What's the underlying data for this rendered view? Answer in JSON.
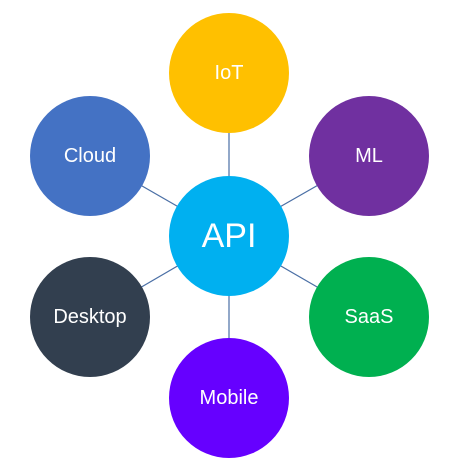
{
  "diagram": {
    "center": {
      "label": "API",
      "color": "#00b0f0"
    },
    "satellites": [
      {
        "id": "iot",
        "label": "IoT",
        "color": "#ffc000"
      },
      {
        "id": "ml",
        "label": "ML",
        "color": "#7030a0"
      },
      {
        "id": "saas",
        "label": "SaaS",
        "color": "#00b050"
      },
      {
        "id": "mobile",
        "label": "Mobile",
        "color": "#6600ff"
      },
      {
        "id": "desktop",
        "label": "Desktop",
        "color": "#323f4f"
      },
      {
        "id": "cloud",
        "label": "Cloud",
        "color": "#4472c4"
      }
    ],
    "connector_color": "#4a6fa5"
  }
}
